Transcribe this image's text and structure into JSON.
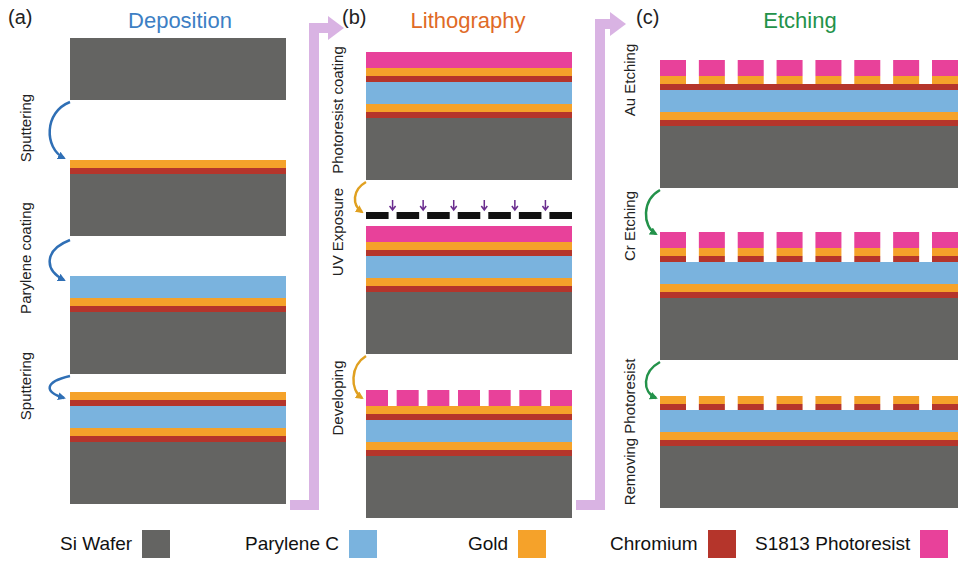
{
  "diagram": {
    "labels": [
      "(a)",
      "Deposition",
      "Sputtering",
      "Parylene coating",
      "Sputtering",
      "(b)",
      "Lithography",
      "Photoresist coating",
      "UV Exposure",
      "Developing",
      "(c)",
      "Etching",
      "Au Etching",
      "Cr Etching",
      "Removing Photoresist"
    ],
    "legend": [
      {
        "text": "Si Wafer",
        "color": "#646462"
      },
      {
        "text": "Parylene C",
        "color": "#7ab3de"
      },
      {
        "text": "Gold",
        "color": "#f5a22a"
      },
      {
        "text": "Chromium",
        "color": "#b5352b"
      },
      {
        "text": "S1813 Photoresist",
        "color": "#e8419a"
      }
    ]
  }
}
